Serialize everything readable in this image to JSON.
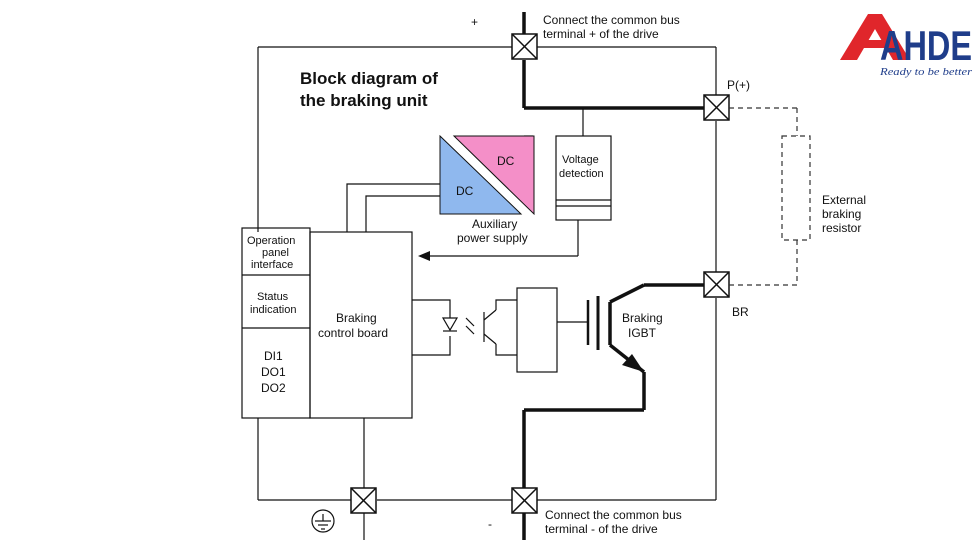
{
  "title": [
    "Block diagram of",
    "the braking unit"
  ],
  "top_bus": {
    "sign": "+",
    "label": [
      "Connect the common bus",
      "terminal + of the drive"
    ]
  },
  "bottom_bus": {
    "sign": "-",
    "label": [
      "Connect the common bus",
      "terminal  -  of the drive"
    ]
  },
  "terminal_p": "P(+)",
  "terminal_br": "BR",
  "external_resistor": [
    "External",
    "braking",
    "resistor"
  ],
  "voltage_detection": [
    "Voltage",
    "detection"
  ],
  "dc_top": "DC",
  "dc_bottom": "DC",
  "aux_supply": [
    "Auxiliary",
    "power supply"
  ],
  "panel": {
    "operation": [
      "Operation",
      "panel",
      "interface"
    ],
    "status": [
      "Status",
      "indication"
    ],
    "io": [
      "DI1",
      "DO1",
      "DO2"
    ]
  },
  "control_board": [
    "Braking",
    "control board"
  ],
  "igbt": [
    "Braking",
    "IGBT"
  ],
  "logo": {
    "text": "AHDE",
    "tagline": "Ready to be better"
  },
  "colors": {
    "dc_top": "#f48fc8",
    "dc_bottom": "#8fb8ee",
    "logo_red": "#e0262b",
    "logo_blue": "#1f3d8a"
  }
}
